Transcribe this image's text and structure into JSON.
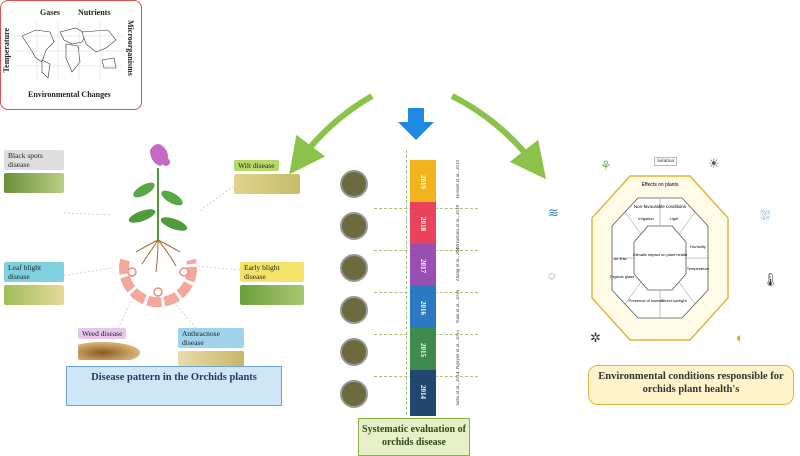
{
  "env": {
    "top_labels": [
      "Gases",
      "Nutrients"
    ],
    "left_label": "Temperature",
    "right_label": "Microorganisms",
    "bottom_label": "Environmental Changes"
  },
  "diseases": [
    {
      "label": "Black spots disease",
      "tag_color": "#dedede"
    },
    {
      "label": "Wilt disease",
      "tag_color": "#b5d86a"
    },
    {
      "label": "Leaf blight disease",
      "tag_color": "#7fd1e0"
    },
    {
      "label": "Early blight disease",
      "tag_color": "#f3e36b"
    },
    {
      "label": "Weed disease",
      "tag_color": "#e7c6ee"
    },
    {
      "label": "Anthracnose disease",
      "tag_color": "#9fd3ec"
    }
  ],
  "left_caption": "Disease pattern in the Orchids plants",
  "mid_caption": "Systematic evaluation of orchids disease",
  "right_caption": "Environmental conditions responsible for orchids plant health's",
  "timeline": [
    {
      "year": "2019",
      "color": "#f2b31c",
      "ref": "Hossen et al., 2019"
    },
    {
      "year": "2018",
      "color": "#e9435e",
      "ref": "Shrivastava et al., 2018"
    },
    {
      "year": "2017",
      "color": "#9a4fb5",
      "ref": "Zhang et al., 2017"
    },
    {
      "year": "2016",
      "color": "#2b79c2",
      "ref": "Yuan et al., 2016"
    },
    {
      "year": "2015",
      "color": "#3f8a4f",
      "ref": "Nguyen et al., 2015"
    },
    {
      "year": "2014",
      "color": "#21476e",
      "ref": "Sabu et al., 2014"
    }
  ],
  "octagon": {
    "outer": "Effects on plants",
    "middle": "Non-favourable conditions",
    "center": "Climatic impact on plant health",
    "sectors": [
      "Air flow",
      "Humidity",
      "Light",
      "Irrigation",
      "Temperature",
      "Direct sunlight",
      "Presence of insects",
      "Organic glass"
    ],
    "top_tag": "Solution"
  }
}
